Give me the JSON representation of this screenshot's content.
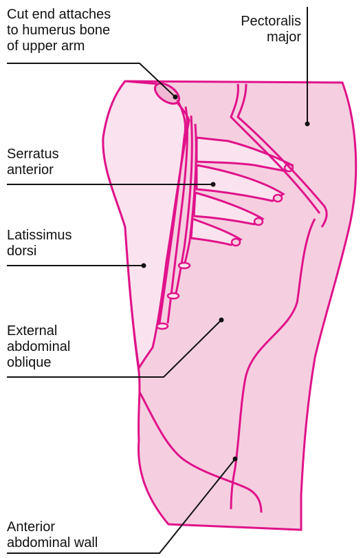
{
  "colors": {
    "outline": "#e0128a",
    "muscle_fill": "#f5cfe0",
    "light_fill": "#fae3ee",
    "leader": "#111111"
  },
  "labels": {
    "cut_end": "Cut end attaches\nto humerus bone\nof upper arm",
    "pectoralis": "Pectoralis\nmajor",
    "serratus": "Serratus\nanterior",
    "latissimus": "Latissimus\ndorsi",
    "external_oblique": "External\nabdominal\noblique",
    "anterior_wall": "Anterior\nabdominal wall"
  }
}
